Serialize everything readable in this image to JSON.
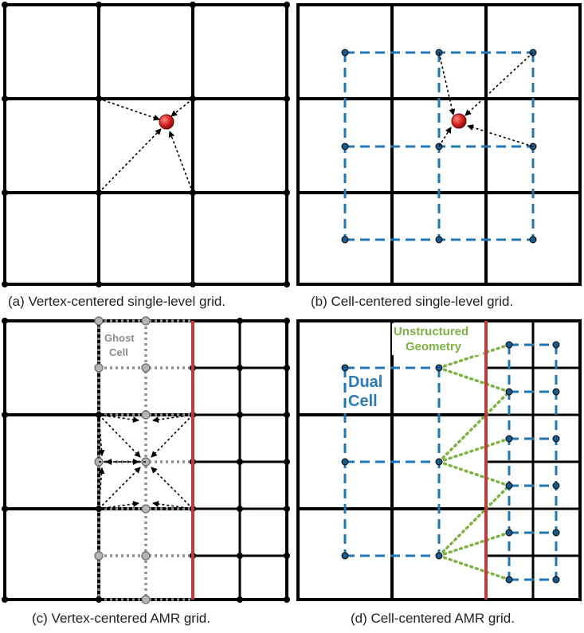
{
  "panels": {
    "a": {
      "caption": "(a) Vertex-centered single-level grid."
    },
    "b": {
      "caption": "(b) Cell-centered single-level grid."
    },
    "c": {
      "caption": "(c) Vertex-centered AMR grid.",
      "ghost_label_1": "Ghost",
      "ghost_label_2": "Cell"
    },
    "d": {
      "caption": "(d) Cell-centered AMR grid.",
      "geometry_label_1": "Unstructured",
      "geometry_label_2": "Geometry",
      "dual_label_1": "Dual",
      "dual_label_2": "Cell"
    }
  },
  "colors": {
    "grid": "#000000",
    "dual_cell": "#1f77b4",
    "ghost": "#909090",
    "unstructured_geometry": "#7cb342",
    "refinement_boundary": "#c0393b",
    "sample_point": "#d0201a"
  }
}
